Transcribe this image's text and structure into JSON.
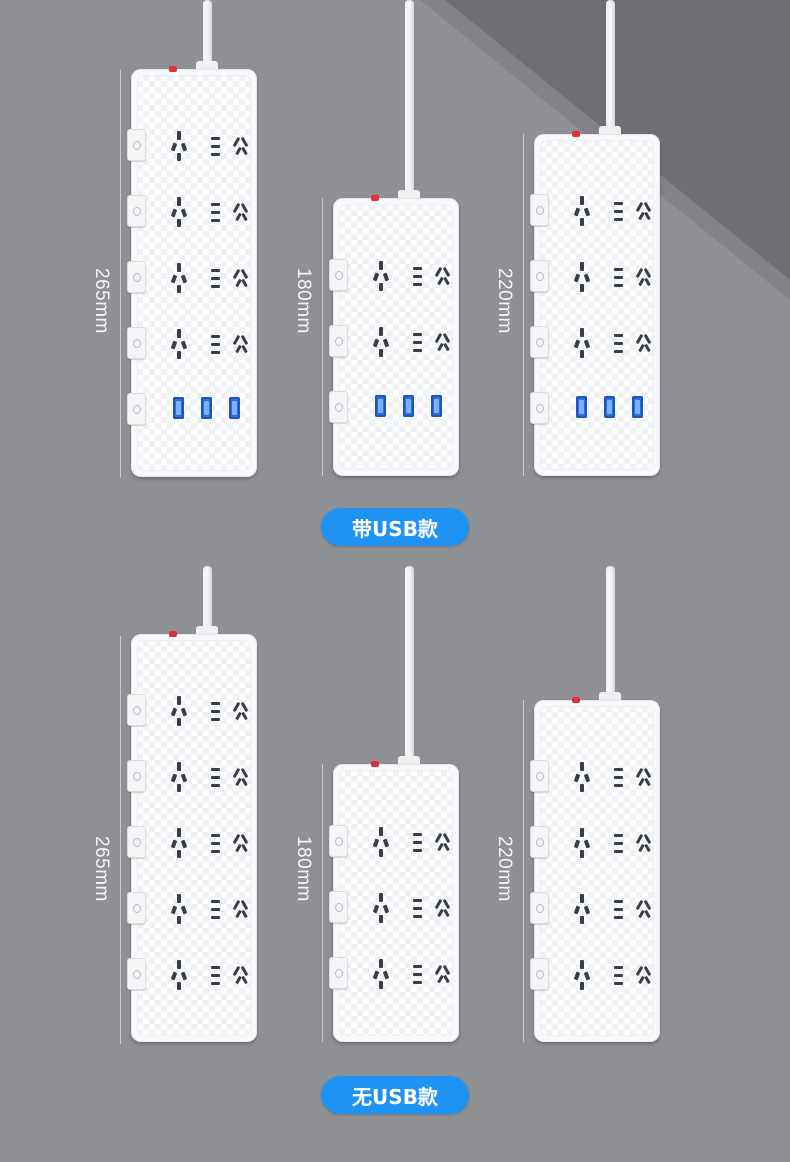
{
  "colors": {
    "background": "#8f9094",
    "wedge": "#6e6f73",
    "pill": "#1e93f3",
    "strip": "#f7f8fa",
    "usb": "#2b6fe0",
    "indicator": "#e0313a"
  },
  "sections": [
    {
      "badge": "带USB款",
      "strips": [
        {
          "length_label": "265mm",
          "outlets": 4,
          "usb_ports": 3
        },
        {
          "length_label": "180mm",
          "outlets": 2,
          "usb_ports": 3
        },
        {
          "length_label": "220mm",
          "outlets": 3,
          "usb_ports": 3
        }
      ]
    },
    {
      "badge": "无USB款",
      "strips": [
        {
          "length_label": "265mm",
          "outlets": 5,
          "usb_ports": 0
        },
        {
          "length_label": "180mm",
          "outlets": 3,
          "usb_ports": 0
        },
        {
          "length_label": "220mm",
          "outlets": 4,
          "usb_ports": 0
        }
      ]
    }
  ],
  "icons": {
    "outlet": "three-pin-two-pin-outlet-icon",
    "usb": "usb-port-icon",
    "switch": "rocker-switch-icon",
    "indicator": "power-indicator-icon"
  }
}
